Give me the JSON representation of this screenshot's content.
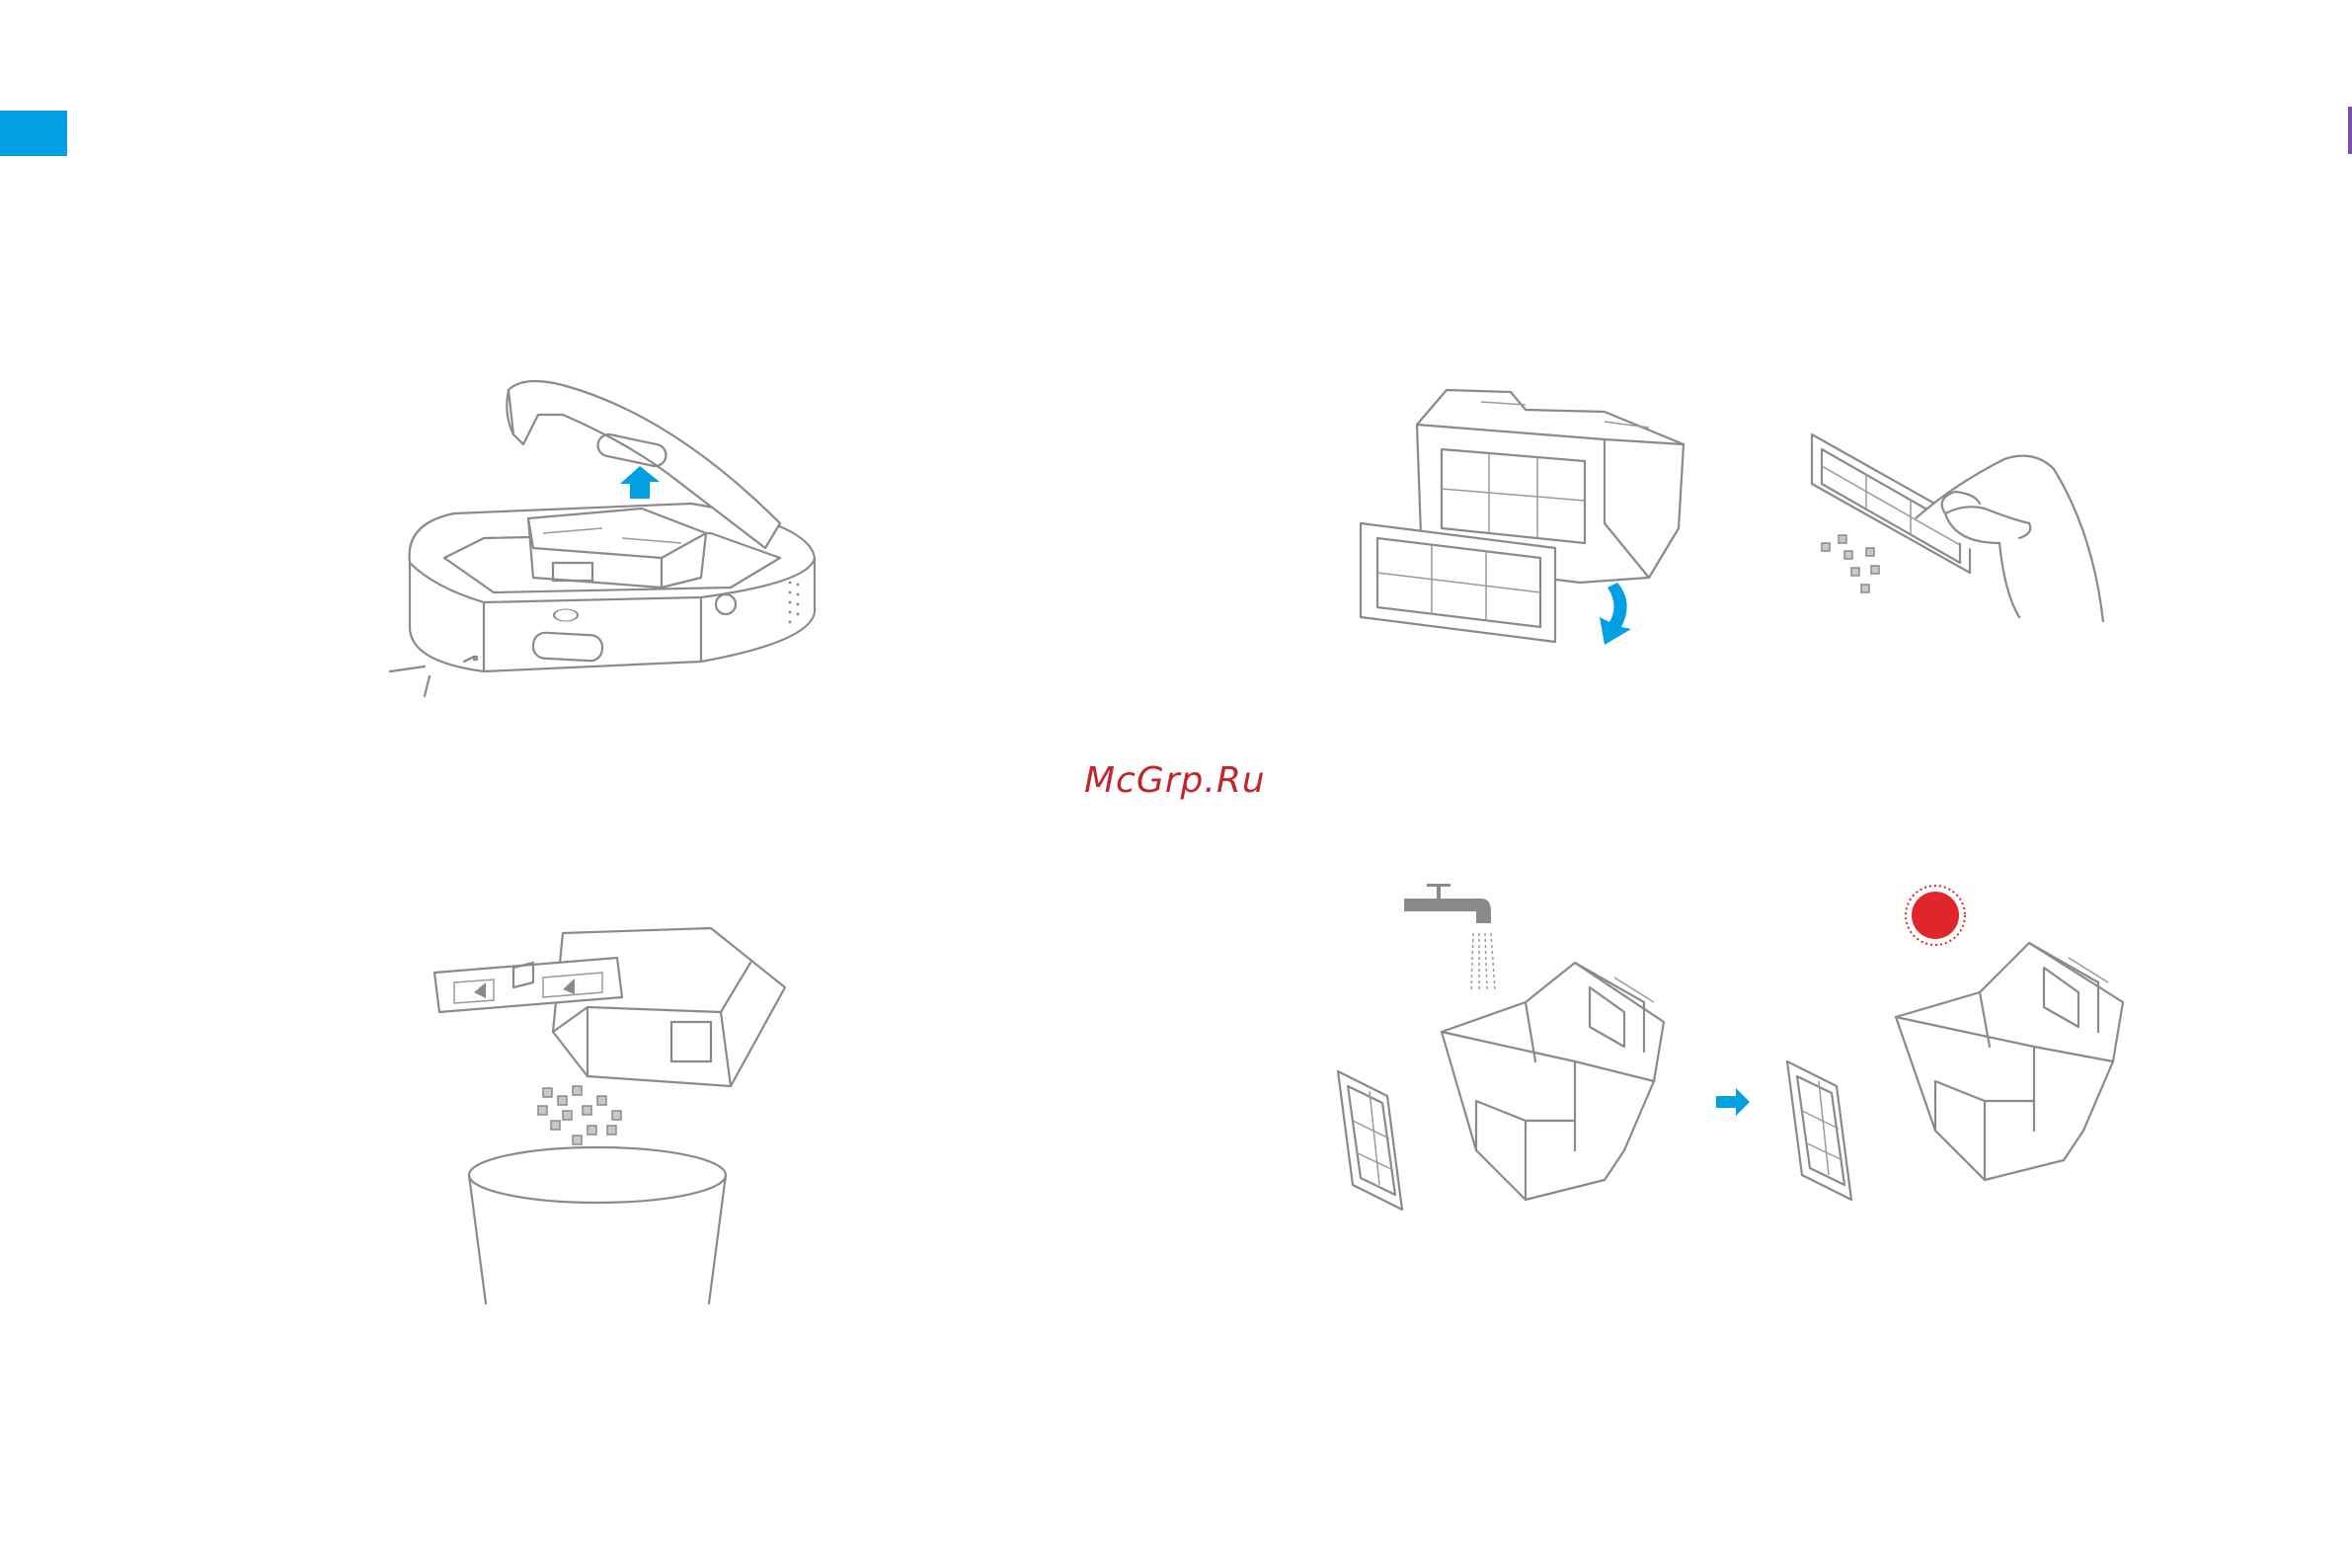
{
  "watermark": "McGrp.Ru",
  "colors": {
    "accent_blue": "#00a0e3",
    "sun_red": "#e0262c",
    "line_grey": "#8a8a8a",
    "watermark_red": "#c0262c",
    "side_tab_purple": "#7d4bb3"
  },
  "figures": [
    "robot-dustbin-removal",
    "empty-dustbin-into-trash",
    "remove-filter-from-dustbin",
    "tap-filter-clean",
    "rinse-dustbin-with-water",
    "dry-in-sun"
  ]
}
